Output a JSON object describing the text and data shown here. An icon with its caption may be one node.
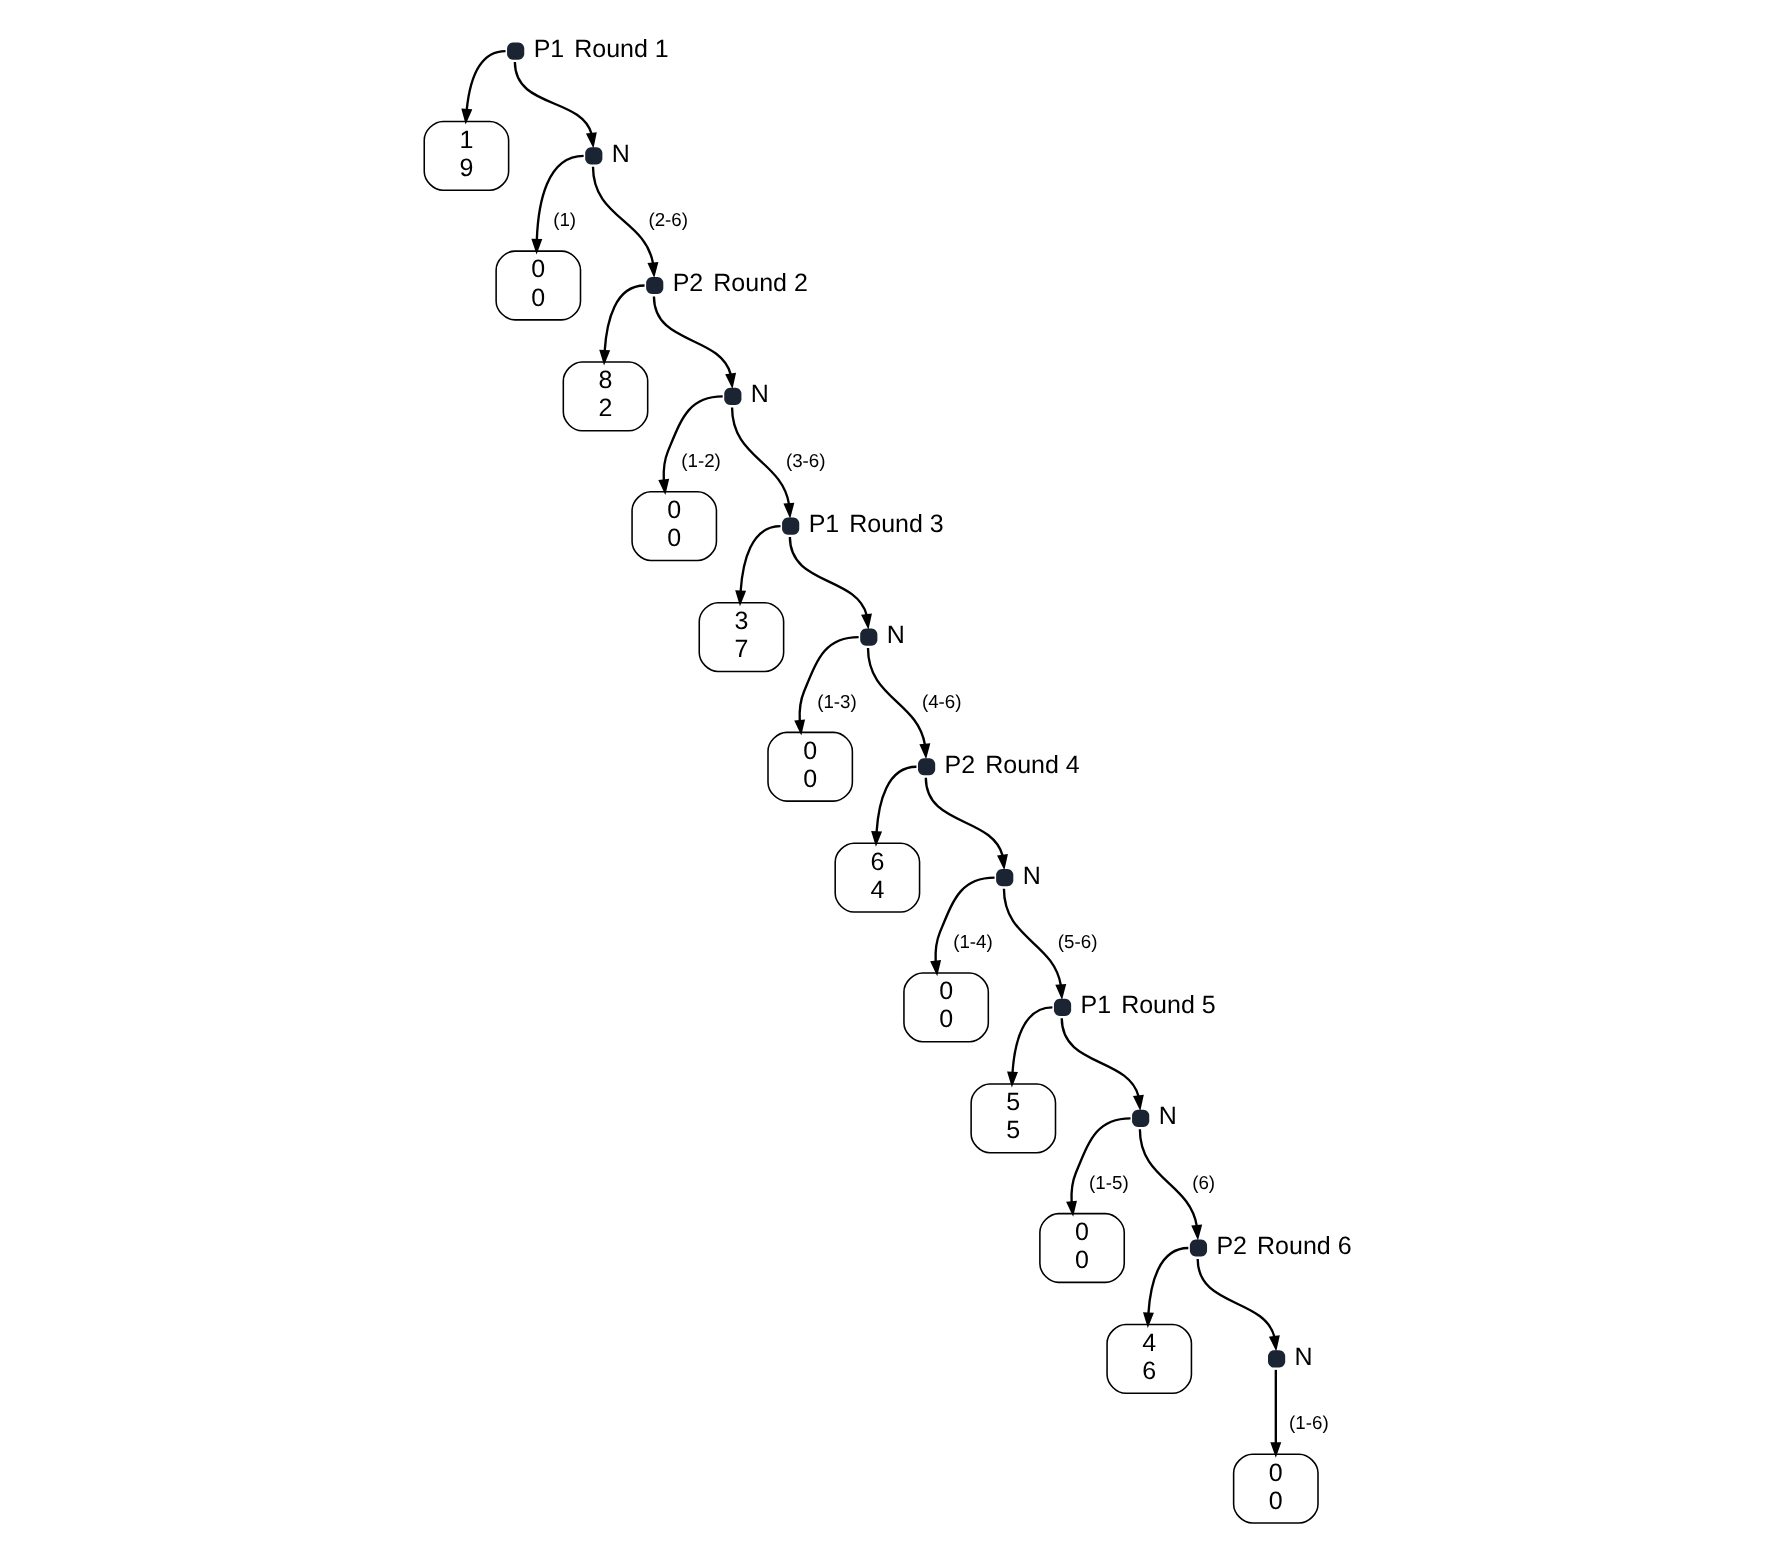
{
  "diagram": {
    "nodes": [
      {
        "text": [],
        "shape": "circle",
        "beside": [
          "P1",
          "Round 1"
        ]
      },
      {
        "text": [
          "1",
          "9"
        ]
      },
      {
        "text": [],
        "shape": "circle",
        "beside": [
          "N"
        ]
      },
      {
        "text": [
          "0",
          "0"
        ]
      },
      {
        "text": [],
        "shape": "circle",
        "beside": [
          "P2",
          "Round 2"
        ]
      },
      {
        "text": [
          "8",
          "2"
        ]
      },
      {
        "text": [],
        "shape": "circle",
        "beside": [
          "N"
        ]
      },
      {
        "text": [
          "0",
          "0"
        ]
      },
      {
        "text": [],
        "shape": "circle",
        "beside": [
          "P1",
          "Round 3"
        ]
      },
      {
        "text": [
          "3",
          "7"
        ]
      },
      {
        "text": [],
        "shape": "circle",
        "beside": [
          "N"
        ]
      },
      {
        "text": [
          "0",
          "0"
        ]
      },
      {
        "text": [],
        "shape": "circle",
        "beside": [
          "P2",
          "Round 4"
        ]
      },
      {
        "text": [
          "6",
          "4"
        ]
      },
      {
        "text": [],
        "shape": "circle",
        "beside": [
          "N"
        ]
      },
      {
        "text": [
          "0",
          "0"
        ]
      },
      {
        "text": [],
        "shape": "circle",
        "beside": [
          "P1",
          "Round 5"
        ]
      },
      {
        "text": [
          "5",
          "5"
        ]
      },
      {
        "text": [],
        "shape": "circle",
        "beside": [
          "N"
        ]
      },
      {
        "text": [
          "0",
          "0"
        ]
      },
      {
        "text": [],
        "shape": "circle",
        "beside": [
          "P2",
          "Round 6"
        ]
      },
      {
        "text": [
          "4",
          "6"
        ]
      },
      {
        "text": [],
        "shape": "circle",
        "beside": [
          "N"
        ]
      },
      {
        "text": [
          "0",
          "0"
        ]
      }
    ],
    "edges": [
      {
        "from": 0,
        "to": 1,
        "arrow": "to"
      },
      {
        "from": 0,
        "to": 2,
        "arrow": "to"
      },
      {
        "from": 2,
        "to": 3,
        "arrow": "to",
        "label": "(1)"
      },
      {
        "from": 2,
        "to": 4,
        "arrow": "to",
        "label": "(2-6)"
      },
      {
        "from": 4,
        "to": 5,
        "arrow": "to"
      },
      {
        "from": 4,
        "to": 6,
        "arrow": "to"
      },
      {
        "from": 6,
        "to": 7,
        "arrow": "to",
        "label": "(1-2)"
      },
      {
        "from": 6,
        "to": 8,
        "arrow": "to",
        "label": "(3-6)"
      },
      {
        "from": 8,
        "to": 9,
        "arrow": "to"
      },
      {
        "from": 8,
        "to": 10,
        "arrow": "to"
      },
      {
        "from": 10,
        "to": 11,
        "arrow": "to",
        "label": "(1-3)"
      },
      {
        "from": 10,
        "to": 12,
        "arrow": "to",
        "label": "(4-6)"
      },
      {
        "from": 12,
        "to": 13,
        "arrow": "to"
      },
      {
        "from": 12,
        "to": 14,
        "arrow": "to"
      },
      {
        "from": 14,
        "to": 15,
        "arrow": "to",
        "label": "(1-4)"
      },
      {
        "from": 14,
        "to": 16,
        "arrow": "to",
        "label": "(5-6)"
      },
      {
        "from": 16,
        "to": 17,
        "arrow": "to"
      },
      {
        "from": 16,
        "to": 18,
        "arrow": "to"
      },
      {
        "from": 18,
        "to": 19,
        "arrow": "to",
        "label": "(1-5)"
      },
      {
        "from": 18,
        "to": 20,
        "arrow": "to",
        "label": "(6)"
      },
      {
        "from": 20,
        "to": 21,
        "arrow": "to"
      },
      {
        "from": 20,
        "to": 22,
        "arrow": "to"
      },
      {
        "from": 22,
        "to": 23,
        "arrow": "to",
        "label": "(1-6)"
      }
    ]
  }
}
